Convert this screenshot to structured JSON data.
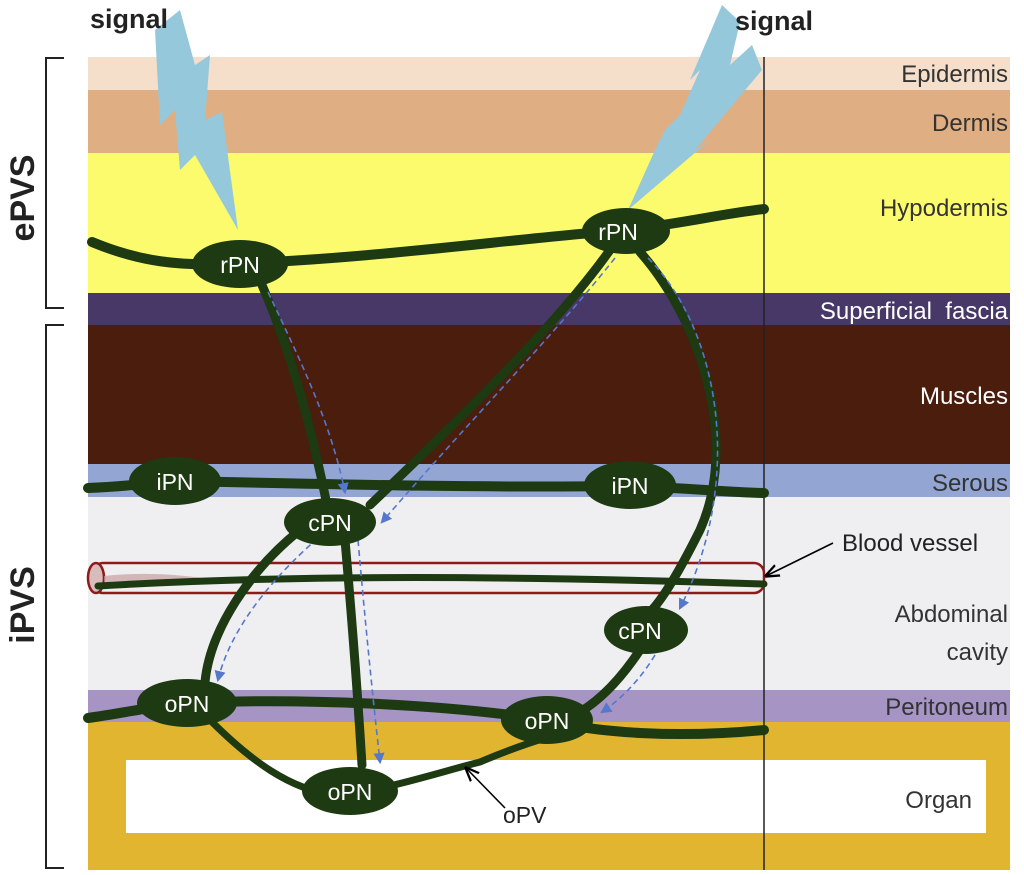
{
  "signals": [
    "signal",
    "signal"
  ],
  "groups": {
    "epvs": "ePVS",
    "ipvs": "iPVS"
  },
  "layers": {
    "epidermis": "Epidermis",
    "dermis": "Dermis",
    "hypodermis": "Hypodermis",
    "superficial_fascia": "Superficial  fascia",
    "muscles": "Muscles",
    "serous": "Serous",
    "abdominal_cavity_line1": "Abdominal",
    "abdominal_cavity_line2": "cavity",
    "peritoneum": "Peritoneum",
    "organ": "Organ"
  },
  "annotations": {
    "blood_vessel": "Blood vessel",
    "opv": "oPV"
  },
  "nodes": {
    "rpn_left": "rPN",
    "rpn_right": "rPN",
    "ipn_left": "iPN",
    "ipn_right": "iPN",
    "cpn_left": "cPN",
    "cpn_right": "cPN",
    "opn_left": "oPN",
    "opn_mid": "oPN",
    "opn_bottom": "oPN"
  },
  "colors": {
    "epidermis": "#f5dfcb",
    "dermis": "#dfae82",
    "hypodermis": "#fcfb6e",
    "superficial_fascia": "#483867",
    "muscles": "#4a1d0c",
    "serous": "#93a5d3",
    "abdominal_cavity": "#efeff1",
    "peritoneum": "#a694c4",
    "organ_band": "#e2b530",
    "organ": "#ffffff",
    "vessel_line": "#1d3a12",
    "node_fill": "#1d3a12",
    "blood_vessel": "#8e1a1a",
    "signal": "#96c8dc",
    "flow_arrow": "#5577cc"
  }
}
